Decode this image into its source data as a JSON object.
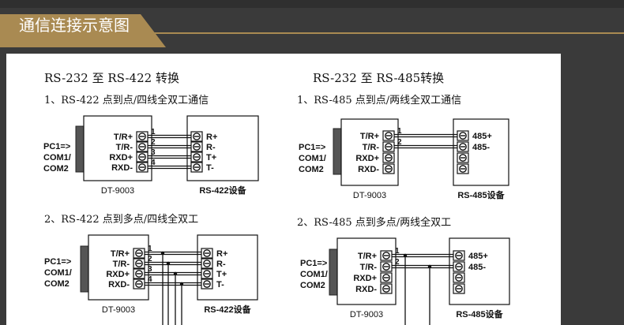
{
  "header": {
    "title": "通信连接示意图"
  },
  "left": {
    "title": "RS-232 至 RS-422 转换",
    "sec1": "1、RS-422 点到点/四线全双工通信",
    "sec2": "2、RS-422 点到多点/四线全双工",
    "pc_lines": [
      "PC1=>",
      "COM1/",
      "COM2"
    ],
    "converter_pins": [
      "T/R+",
      "T/R-",
      "RXD+",
      "RXD-"
    ],
    "wire_numbers": [
      "1",
      "2",
      "3",
      "4"
    ],
    "device_pins": [
      "R+",
      "R-",
      "T+",
      "T-"
    ],
    "converter_label": "DT-9003",
    "device_label": "RS-422设备"
  },
  "right": {
    "title": "RS-232 至 RS-485转换",
    "sec1": "1、RS-485 点到点/两线全双工通信",
    "sec2": "2、RS-485 点到多点/两线全双工",
    "pc_lines": [
      "PC1=>",
      "COM1/",
      "COM2"
    ],
    "converter_pins": [
      "T/R+",
      "T/R-",
      "RXD+",
      "RXD-"
    ],
    "wire_numbers": [
      "1",
      "2"
    ],
    "device_pins": [
      "485+",
      "485-"
    ],
    "converter_label": "DT-9003",
    "device_label": "RS-485设备"
  }
}
